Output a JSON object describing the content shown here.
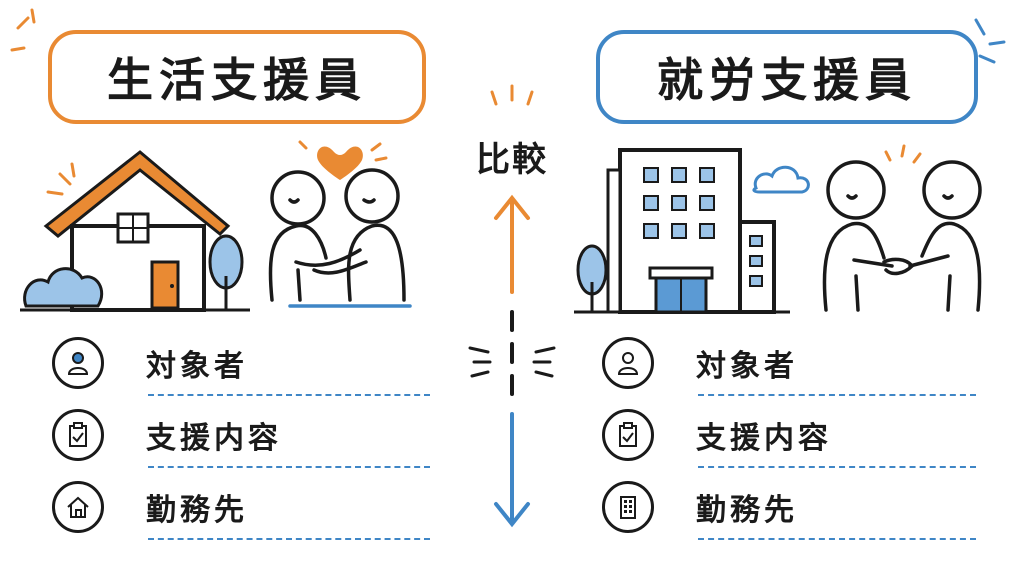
{
  "left": {
    "title": "生活支援員",
    "rows": [
      {
        "label": "対象者",
        "icon": "person-icon"
      },
      {
        "label": "支援内容",
        "icon": "clipboard-check-icon"
      },
      {
        "label": "勤務先",
        "icon": "home-icon"
      }
    ]
  },
  "right": {
    "title": "就労支援員",
    "rows": [
      {
        "label": "対象者",
        "icon": "person-icon"
      },
      {
        "label": "支援内容",
        "icon": "clipboard-check-icon"
      },
      {
        "label": "勤務先",
        "icon": "building-icon"
      }
    ]
  },
  "center": {
    "label": "比較"
  },
  "colors": {
    "orange": "#e98a33",
    "blue": "#3f86c6",
    "ink": "#1a1a1a"
  }
}
